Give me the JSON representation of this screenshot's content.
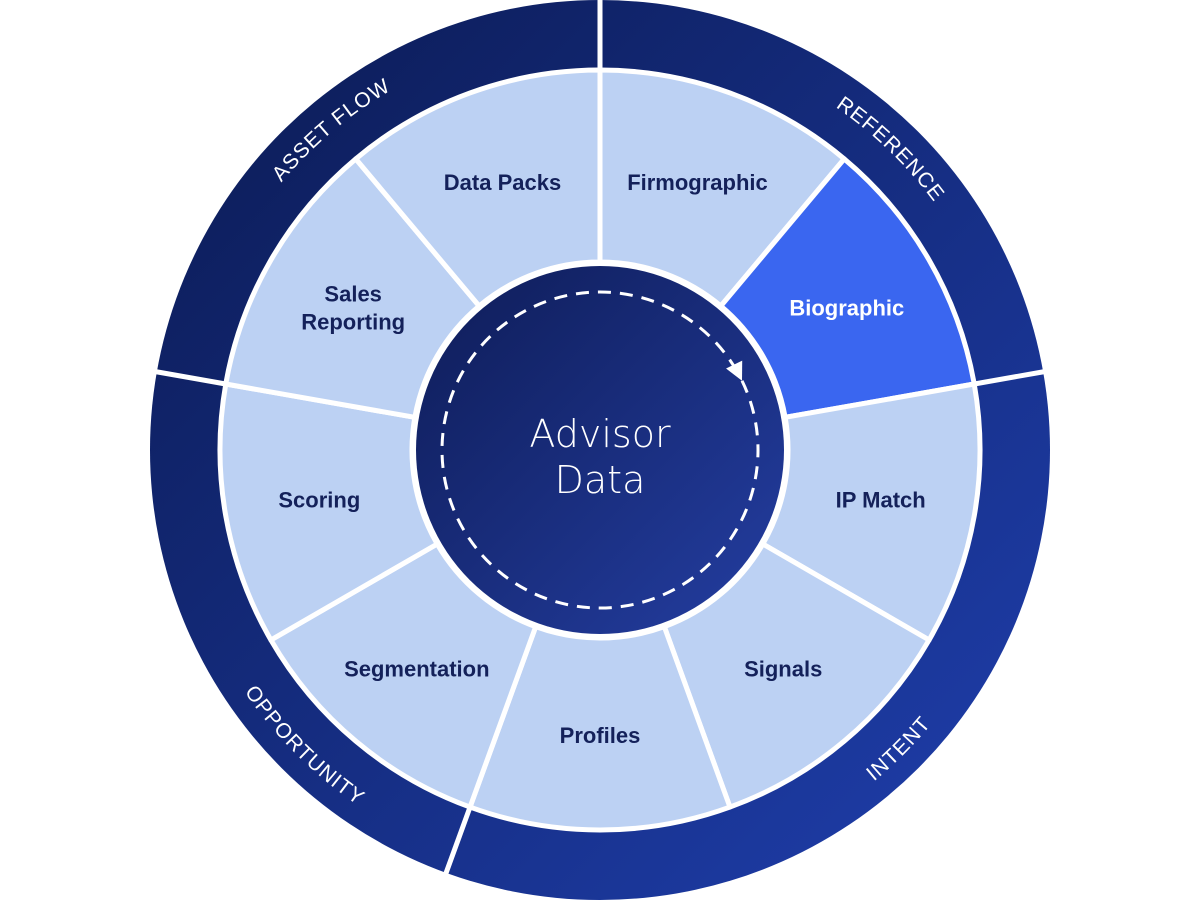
{
  "center": {
    "title_line1": "Advisor",
    "title_line2": "Data"
  },
  "ring_groups": [
    {
      "label": "ASSET FLOW"
    },
    {
      "label": "REFERENCE"
    },
    {
      "label": "INTENT"
    },
    {
      "label": "OPPORTUNITY"
    }
  ],
  "segments": [
    {
      "label": "Firmographic",
      "active": false
    },
    {
      "label": "Biographic",
      "active": true
    },
    {
      "label": "IP Match",
      "active": false
    },
    {
      "label": "Signals",
      "active": false
    },
    {
      "label": "Profiles",
      "active": false
    },
    {
      "label": "Segmentation",
      "active": false
    },
    {
      "label": "Scoring",
      "active": false
    },
    {
      "label": "Sales Reporting",
      "active": false
    },
    {
      "label": "Data Packs",
      "active": false
    }
  ],
  "colors": {
    "ring_dark": "#0f2260",
    "ring_light": "#1d3da3",
    "segment_fill": "#bcd1f3",
    "segment_active": "#3a66f0",
    "segment_text": "#14215a",
    "hub_dark": "#0f1f5c",
    "hub_light": "#233a9a"
  }
}
